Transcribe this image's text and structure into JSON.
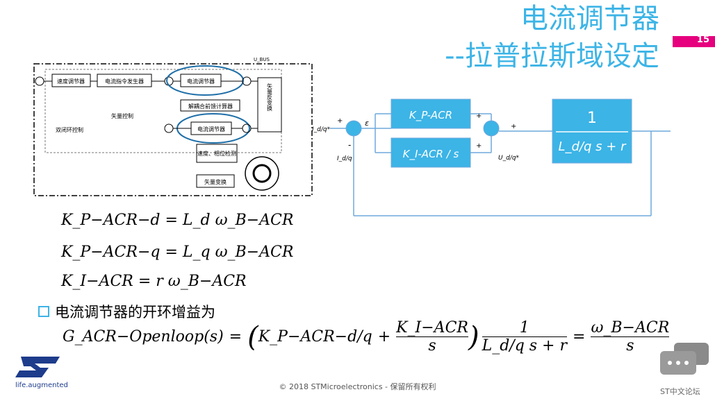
{
  "title": {
    "line1": "电流调节器",
    "line2": "--拉普拉斯域设定"
  },
  "page_number": "15",
  "left_diagram": {
    "speed_regulator": "速度调节器",
    "current_cmd_generator": "电流指令发生器",
    "current_regulator_top": "电流调节器",
    "current_regulator_bottom": "电流调节器",
    "decoupling": "解耦合前馈计算器",
    "inverse_transform": "矢量反变换",
    "vector_control": "矢量控制",
    "dual_loop": "双闭环控制",
    "speed_pos_detect": "速度、相位检测",
    "vector_transform": "矢量变换",
    "udcin": "U_BUS"
  },
  "block_diagram": {
    "input": "I_d/q*",
    "error": "ε",
    "feedback": "I_d/q",
    "kp": "K_P-ACR",
    "ki": "K_I-ACR / s",
    "plant_num": "1",
    "plant_den": "L_d/q s + r",
    "output_ref": "U_d/q*",
    "plus": "+",
    "minus": "-"
  },
  "equations": {
    "kpd": "K_P−ACR−d = L_d ω_B−ACR",
    "kpq": "K_P−ACR−q = L_q ω_B−ACR",
    "ki": "K_I−ACR = r ω_B−ACR"
  },
  "bullet": "电流调节器的开环增益为",
  "open_loop": {
    "lhs": "G_ACR−Openloop(s)",
    "kp": "K_P−ACR−d/q",
    "ki_num": "K_I−ACR",
    "ki_den": "s",
    "plant_num": "1",
    "plant_den": "L_d/q s + r",
    "result_num": "ω_B−ACR",
    "result_den": "s"
  },
  "footer": "© 2018 STMicroelectronics - 保留所有权利",
  "logo_tagline": "life.augmented",
  "chat_label": "ST中文论坛",
  "colors": {
    "accent": "#3cb4e6",
    "pink": "#e6007e",
    "block_fill": "#3cb4e6",
    "line": "#6fa8dc"
  }
}
